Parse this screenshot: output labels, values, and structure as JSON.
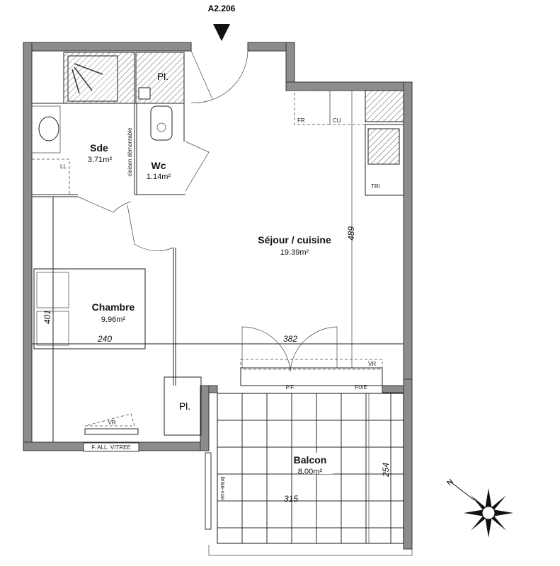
{
  "plan": {
    "unit_id": "A2.206",
    "rooms": {
      "sde": {
        "name": "Sde",
        "area": "3.71m²"
      },
      "wc": {
        "name": "Wc",
        "area": "1.14m²"
      },
      "sejour": {
        "name": "Séjour / cuisine",
        "area": "19.39m²"
      },
      "chambre": {
        "name": "Chambre",
        "area": "9.96m²"
      },
      "balcon": {
        "name": "Balcon",
        "area": "8.00m²"
      }
    },
    "labels": {
      "placard_top": "Pl.",
      "placard_bottom": "Pl.",
      "cloison": "cloison démontable",
      "ll": "LL",
      "fr": "FR",
      "cu": "CU",
      "tri": "TRI",
      "vr_sejour": "VR",
      "vr_chambre": "VR",
      "pf": "P.F.",
      "fixe": "FIXE",
      "fenetre": "F. ALL. VITREE",
      "brise_vue": "brise-vue",
      "north": "N"
    },
    "dimensions": {
      "sejour_depth": "489",
      "sejour_width": "382",
      "chambre_depth": "401",
      "chambre_width": "240",
      "balcon_depth": "254",
      "balcon_width": "315"
    }
  }
}
